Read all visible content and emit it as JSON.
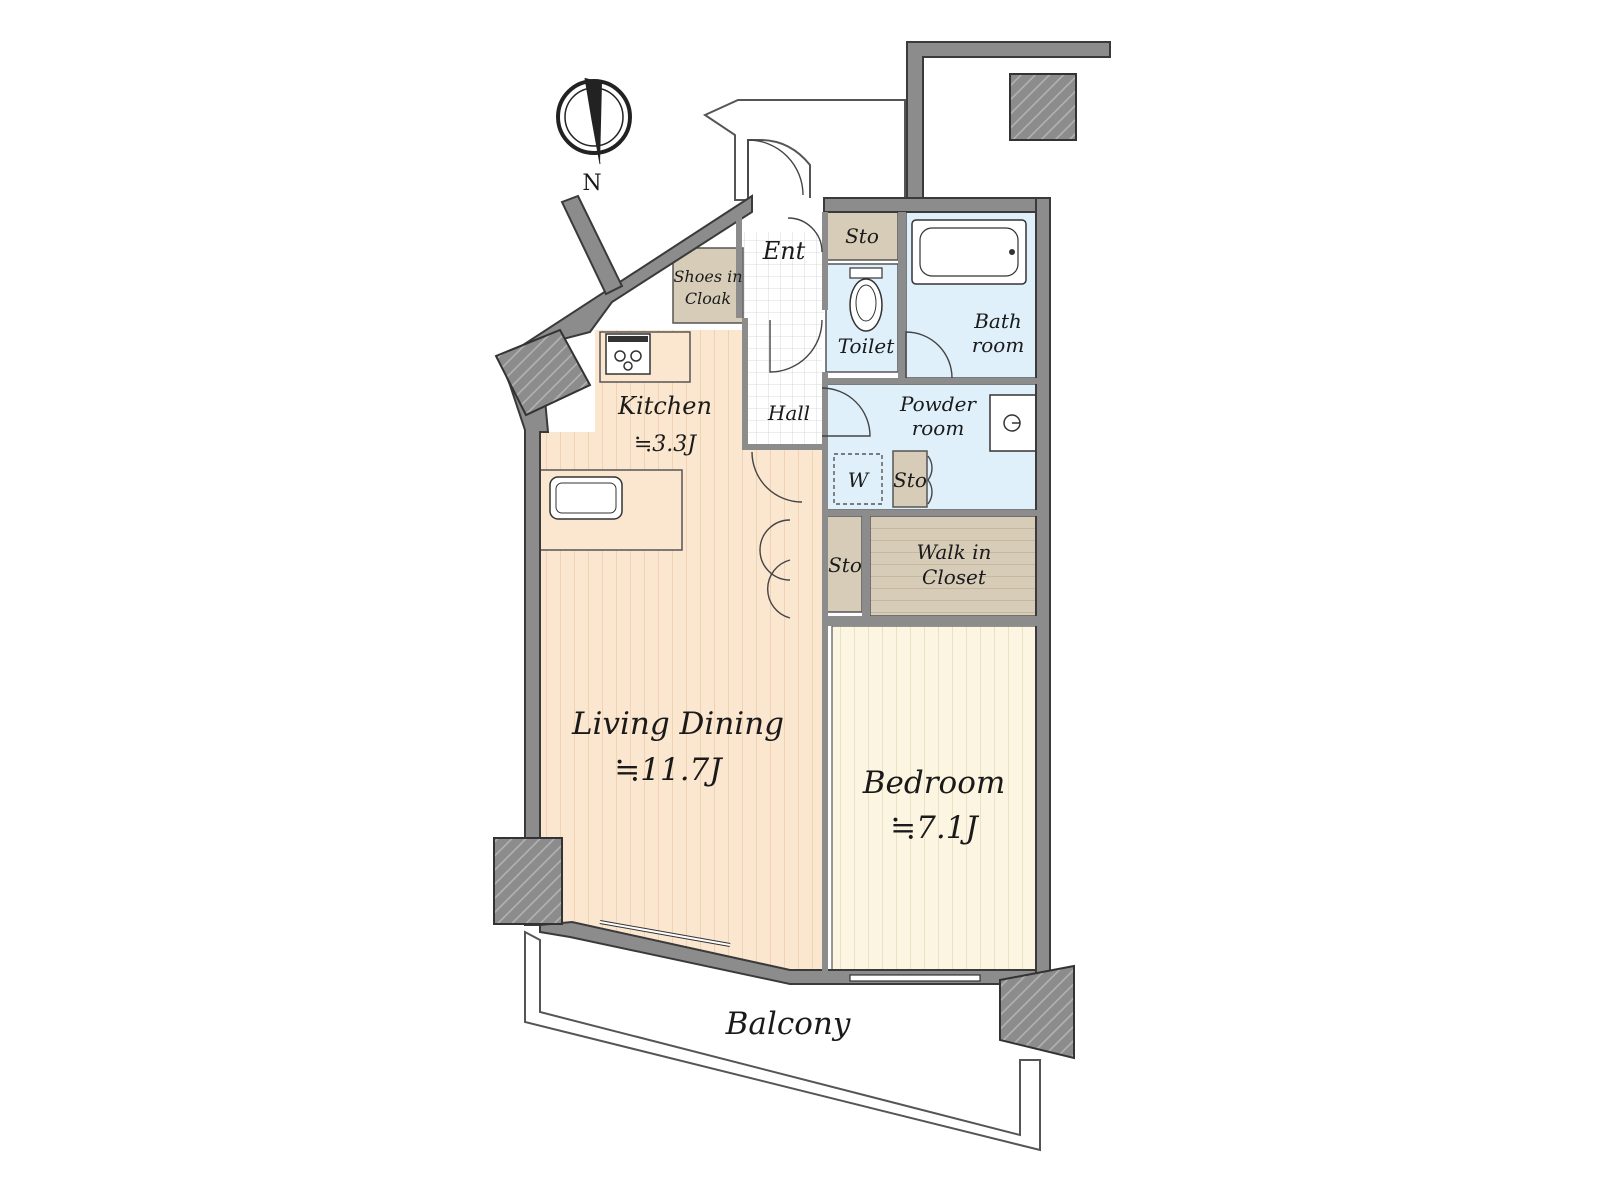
{
  "compass": {
    "label": "N",
    "icon": "north-arrow-icon"
  },
  "rooms": {
    "entrance": {
      "label": "Ent"
    },
    "shoes_cloak": {
      "line1": "Shoes in",
      "line2": "Cloak"
    },
    "sto_top": {
      "label": "Sto"
    },
    "toilet": {
      "label": "Toilet"
    },
    "bathroom": {
      "line1": "Bath",
      "line2": "room"
    },
    "hall": {
      "label": "Hall"
    },
    "kitchen": {
      "label": "Kitchen",
      "area": "≒3.3J"
    },
    "powder_room": {
      "line1": "Powder",
      "line2": "room"
    },
    "washer": {
      "label": "W"
    },
    "sto_powder": {
      "label": "Sto"
    },
    "sto_mid": {
      "label": "Sto"
    },
    "walk_in_closet": {
      "line1": "Walk in",
      "line2": "Closet"
    },
    "living_dining": {
      "label": "Living Dining",
      "area": "≒11.7J"
    },
    "bedroom": {
      "label": "Bedroom",
      "area": "≒7.1J"
    },
    "balcony": {
      "label": "Balcony"
    }
  },
  "colors": {
    "living_floor": "#fbe6cf",
    "bedroom_floor": "#fbf5e2",
    "wet_area": "#dff0fa",
    "storage": "#d6ccb8",
    "wall": "#8c8c8c",
    "hall_floor": "#ffffff"
  }
}
